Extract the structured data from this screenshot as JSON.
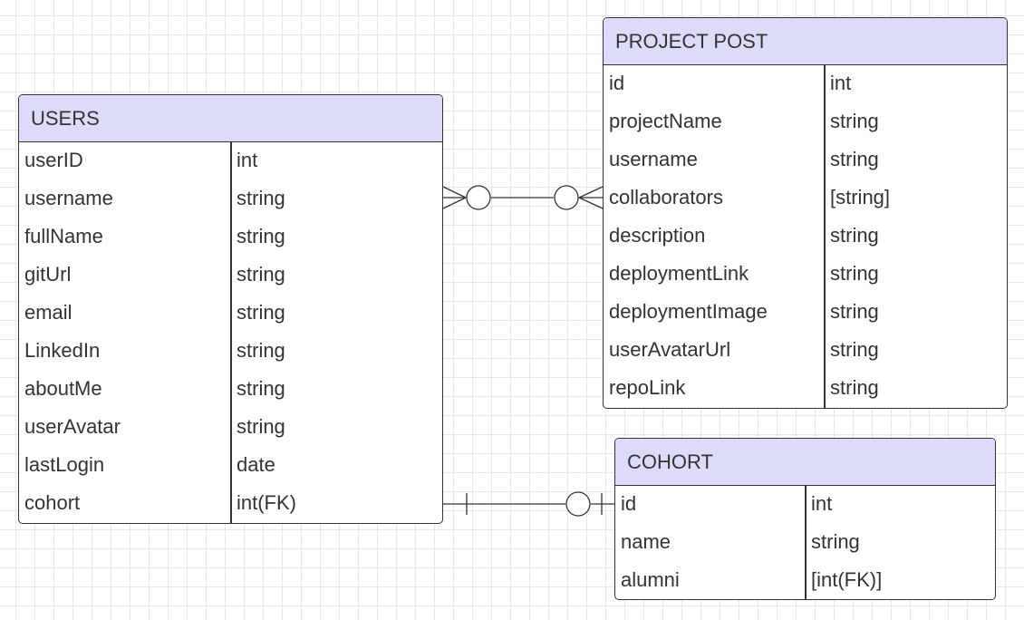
{
  "entities": {
    "users": {
      "title": "USERS",
      "rows": [
        {
          "name": "userID",
          "type": "int"
        },
        {
          "name": "username",
          "type": "string"
        },
        {
          "name": "fullName",
          "type": "string"
        },
        {
          "name": "gitUrl",
          "type": "string"
        },
        {
          "name": "email",
          "type": "string"
        },
        {
          "name": "LinkedIn",
          "type": "string"
        },
        {
          "name": "aboutMe",
          "type": "string"
        },
        {
          "name": "userAvatar",
          "type": "string"
        },
        {
          "name": "lastLogin",
          "type": "date"
        },
        {
          "name": "cohort",
          "type": "int(FK)"
        }
      ]
    },
    "project_post": {
      "title": "PROJECT POST",
      "rows": [
        {
          "name": "id",
          "type": "int"
        },
        {
          "name": "projectName",
          "type": "string"
        },
        {
          "name": "username",
          "type": "string"
        },
        {
          "name": "collaborators",
          "type": "[string]"
        },
        {
          "name": "description",
          "type": "string"
        },
        {
          "name": "deploymentLink",
          "type": "string"
        },
        {
          "name": "deploymentImage",
          "type": "string"
        },
        {
          "name": "userAvatarUrl",
          "type": "string"
        },
        {
          "name": "repoLink",
          "type": "string"
        }
      ]
    },
    "cohort": {
      "title": "COHORT",
      "rows": [
        {
          "name": "id",
          "type": "int"
        },
        {
          "name": "name",
          "type": "string"
        },
        {
          "name": "alumni",
          "type": "[int(FK)]"
        }
      ]
    }
  },
  "relationships": [
    {
      "from": "users.username",
      "to": "project_post.collaborators",
      "from_cardinality": "zero-or-many",
      "to_cardinality": "zero-or-many"
    },
    {
      "from": "users.cohort",
      "to": "cohort.id",
      "from_cardinality": "exactly-one",
      "to_cardinality": "zero-or-one"
    }
  ],
  "colors": {
    "header_fill": "#dcdcfa",
    "border": "#333333",
    "grid": "#e7e7e7"
  }
}
